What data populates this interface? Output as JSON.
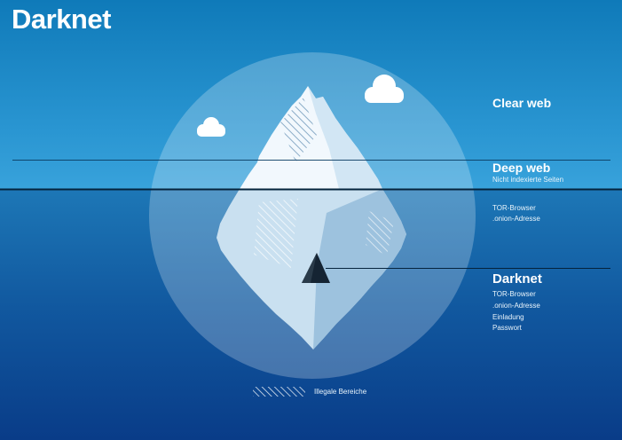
{
  "title": "Darknet",
  "sections": {
    "clear_web": {
      "label": "Clear web"
    },
    "deep_web": {
      "label": "Deep web",
      "sublabel": "Nicht indexierte Seiten",
      "items": [
        "TOR-Browser",
        ".onion-Adresse"
      ]
    },
    "darknet": {
      "label": "Darknet",
      "items": [
        "TOR-Browser",
        ".onion-Adresse",
        "Einladung",
        "Passwort"
      ]
    }
  },
  "legend": {
    "label": "Illegale Bereiche"
  },
  "colors": {
    "sky_top": "#0f7ab9",
    "sky_near_water": "#38a2db",
    "sea_below_water": "#1d77b6",
    "sea_bottom": "#093c88",
    "halo_circle": "rgba(255,255,255,0.24)",
    "ice_light": "#f2f8fd",
    "ice_shade": "#d2e6f4",
    "ice_submerged": "#c9e0f0",
    "ice_submerged_shade": "#9dc2de",
    "cave_dark": "#152433",
    "line_dark": "#04233c",
    "text": "#ffffff"
  }
}
